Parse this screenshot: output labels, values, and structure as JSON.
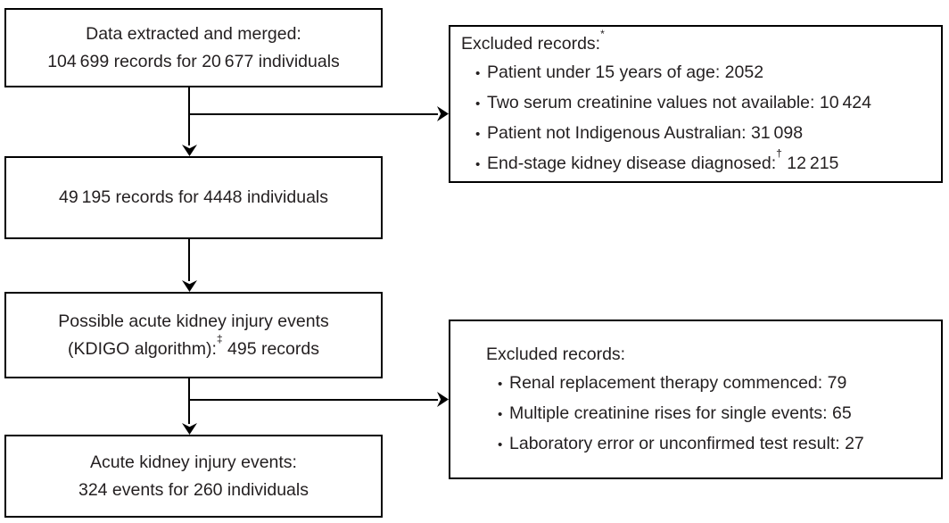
{
  "flow": {
    "box1": {
      "line1": "Data extracted and merged:",
      "line2": "104 699 records for 20 677 individuals"
    },
    "box2": {
      "line1": "49 195 records for 4448 individuals"
    },
    "box3": {
      "line1": "Possible acute kidney injury events",
      "line2_pre": "(KDIGO algorithm):",
      "line2_sup": "‡",
      "line2_post": " 495 records"
    },
    "box4": {
      "line1": "Acute kidney injury events:",
      "line2": "324 events for 260 individuals"
    }
  },
  "excluded1": {
    "title": "Excluded records:",
    "title_sup": "*",
    "bullet": "•",
    "items": [
      {
        "text": "Patient under 15 years of age: 2052",
        "sup": "",
        "suffix": ""
      },
      {
        "text": "Two serum creatinine values not available: 10 424",
        "sup": "",
        "suffix": ""
      },
      {
        "text": "Patient not Indigenous Australian: 31 098",
        "sup": "",
        "suffix": ""
      },
      {
        "text": "End-stage kidney disease diagnosed:",
        "sup": "†",
        "suffix": " 12 215"
      }
    ]
  },
  "excluded2": {
    "title": "Excluded records:",
    "title_sup": "",
    "bullet": "•",
    "items": [
      {
        "text": "Renal replacement therapy commenced: 79",
        "sup": "",
        "suffix": ""
      },
      {
        "text": "Multiple creatinine rises for single events: 65",
        "sup": "",
        "suffix": ""
      },
      {
        "text": "Laboratory error or unconfirmed test result: 27",
        "sup": "",
        "suffix": ""
      }
    ]
  },
  "colors": {
    "text": "#231f20",
    "line": "#000000",
    "background": "#ffffff"
  }
}
